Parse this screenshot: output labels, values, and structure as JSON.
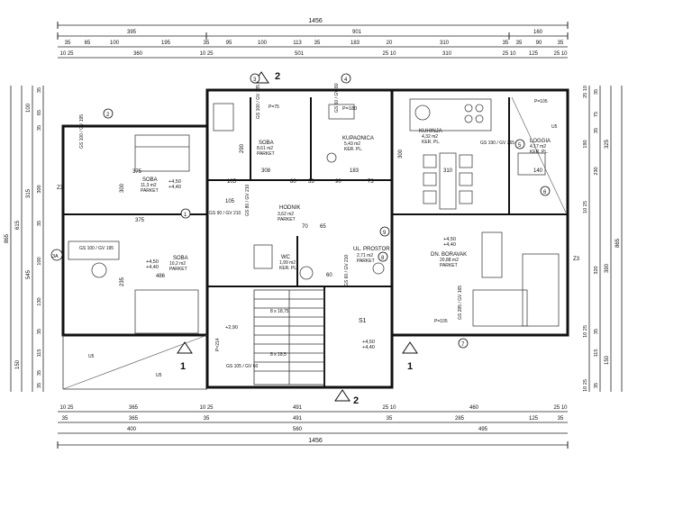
{
  "dimensions": {
    "top_rows": [
      [
        "1456"
      ],
      [
        "395",
        "901",
        "160"
      ],
      [
        "35",
        "65",
        "100",
        "195",
        "35",
        "95",
        "100",
        "113",
        "35",
        "183",
        "20",
        "310",
        "35",
        "35",
        "90",
        "35"
      ],
      [
        "10 25",
        "360",
        "10 25",
        "501",
        "25 10",
        "310",
        "25 10",
        "125",
        "25 10"
      ]
    ],
    "bottom_rows": [
      [
        "10 25",
        "365",
        "10 25",
        "491",
        "25 10",
        "460",
        "25 10"
      ],
      [
        "35",
        "365",
        "35",
        "491",
        "35",
        "285",
        "125",
        "35"
      ],
      [
        "400",
        "560",
        "495"
      ],
      [
        "1456"
      ]
    ],
    "left_cols": [
      [
        "865"
      ],
      [
        "615",
        "150"
      ],
      [
        "100",
        "315",
        "545"
      ],
      [
        "35",
        "65",
        "35",
        "300",
        "35",
        "100",
        "130",
        "35",
        "115",
        "35",
        "35"
      ]
    ],
    "right_cols": [
      [
        "865"
      ],
      [
        "325",
        "390",
        "150"
      ],
      [
        "35",
        "75",
        "35",
        "230",
        "320",
        "35",
        "115",
        "35"
      ],
      [
        "25 10",
        "190",
        "10 25",
        "10 25",
        "10 25"
      ]
    ]
  },
  "rooms": [
    {
      "name": "SOBA",
      "area": "11,3 m2",
      "floor": "PARKET"
    },
    {
      "name": "SOBA",
      "area": "8,61 m2",
      "floor": "PARKET"
    },
    {
      "name": "KUPAONICA",
      "area": "5,43 m2",
      "floor": "KER. PL."
    },
    {
      "name": "KUHINJA",
      "area": "4,32 m2",
      "floor": "KER. PL."
    },
    {
      "name": "LOGGIA",
      "area": "4,17 m2",
      "floor": "KER. PL."
    },
    {
      "name": "HODNIK",
      "area": "3,62 m2",
      "floor": "PARKET"
    },
    {
      "name": "SOBA",
      "area": "10,2 m2",
      "floor": "PARKET"
    },
    {
      "name": "WC",
      "area": "1,99 m2",
      "floor": "KER. PL."
    },
    {
      "name": "UL. PROSTOR",
      "area": "2,71 m2",
      "floor": "PARKET"
    },
    {
      "name": "DN. BORAVAK",
      "area": "20,88 m2",
      "floor": "PARKET"
    }
  ],
  "labels": {
    "level_a": "+4,50",
    "level_b": "+4,40",
    "level_c": "+2,90",
    "section_2": "2",
    "section_1": "1",
    "stair_label": "S1",
    "p_180": "P=180",
    "p_105": "P=105",
    "p_75": "P=75",
    "p_214": "P=214",
    "z3": "Z3",
    "us": "U5"
  },
  "openings": {
    "d1": "GS 100 / GV 195",
    "d2": "GS 100 / GV 185",
    "d3": "GS 90 / GV 210",
    "d4": "GS 80 / GV 210",
    "d5": "GS 190 / GV 265",
    "d6": "GS 285 / GV 165",
    "d7": "GS 100 / GV 195",
    "d8": "GS 105 / GV 60",
    "d9": "GS 60 / GV 210",
    "d10": "GS 60 / GV 80"
  },
  "interior_dims": [
    "375",
    "300",
    "375",
    "105",
    "290",
    "308",
    "80",
    "33",
    "90",
    "73",
    "183",
    "300",
    "310",
    "140",
    "486",
    "235",
    "65",
    "70",
    "105",
    "60"
  ],
  "stairs": {
    "flight_1": "8 x 18,75",
    "flight_2": "8 x 18,5"
  },
  "numbers": [
    "1",
    "2",
    "3",
    "4",
    "5",
    "6",
    "7",
    "8",
    "9",
    "3A"
  ]
}
